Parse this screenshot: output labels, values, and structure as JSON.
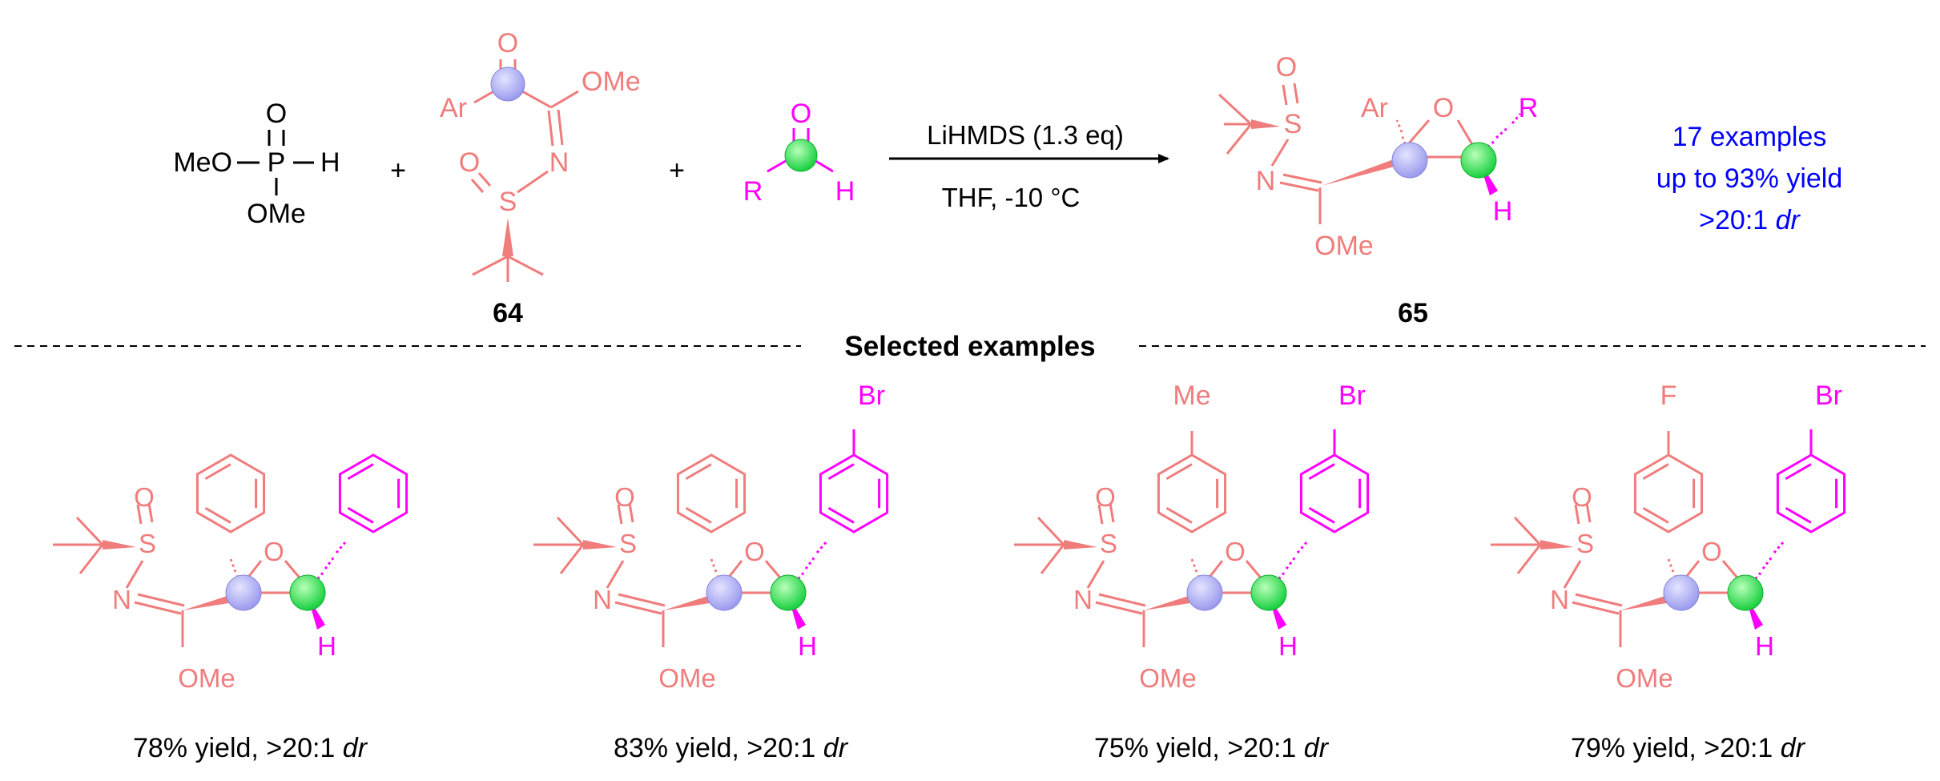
{
  "colors": {
    "reagent": "#f07c7c",
    "aldehyde": "#ff00ff",
    "text": "#000000",
    "summary": "#0000ff",
    "highlight_blue": "#9f9ff0",
    "highlight_green": "#22dd44"
  },
  "reaction": {
    "phosphite": {
      "o": "O",
      "p": "P",
      "h": "H",
      "meo": "MeO",
      "ome": "OMe"
    },
    "plus": "+",
    "compound_64": {
      "label": "64",
      "ar": "Ar",
      "o": "O",
      "ome": "OMe",
      "n": "N",
      "s": "S"
    },
    "aldehyde": {
      "o": "O",
      "r": "R",
      "h": "H"
    },
    "conditions": {
      "reagent": "LiHMDS (1.3 eq)",
      "solvent_temp": "THF, -10 °C"
    },
    "product_65": {
      "label": "65",
      "o": "O",
      "s": "S",
      "n": "N",
      "ar": "Ar",
      "r": "R",
      "h": "H",
      "ome": "OMe"
    },
    "summary": {
      "line1": "17 examples",
      "line2": "up to 93% yield",
      "line3_prefix": ">20:1 ",
      "line3_italic": "dr"
    }
  },
  "section_title": "Selected examples",
  "examples": [
    {
      "top_subst": "",
      "aryl_subst": "",
      "yield": "78% yield, >20:1 ",
      "dr": "dr",
      "o": "O",
      "s": "S",
      "n": "N",
      "h": "H",
      "ome": "OMe"
    },
    {
      "top_subst": "",
      "aryl_subst": "Br",
      "yield": "83% yield, >20:1 ",
      "dr": "dr",
      "o": "O",
      "s": "S",
      "n": "N",
      "h": "H",
      "ome": "OMe"
    },
    {
      "top_subst": "Me",
      "aryl_subst": "Br",
      "yield": "75% yield, >20:1 ",
      "dr": "dr",
      "o": "O",
      "s": "S",
      "n": "N",
      "h": "H",
      "ome": "OMe"
    },
    {
      "top_subst": "F",
      "aryl_subst": "Br",
      "yield": "79% yield, >20:1 ",
      "dr": "dr",
      "o": "O",
      "s": "S",
      "n": "N",
      "h": "H",
      "ome": "OMe"
    }
  ]
}
